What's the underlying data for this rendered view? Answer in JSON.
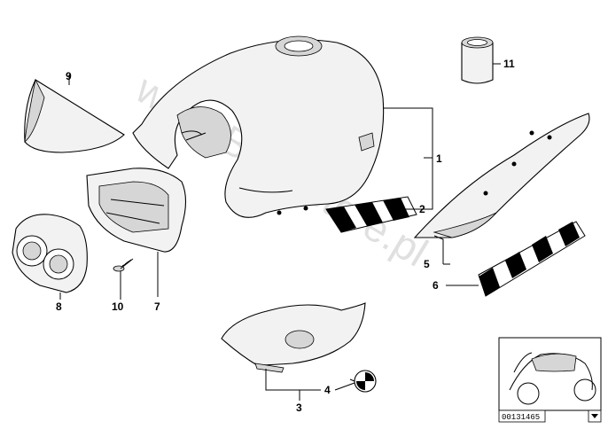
{
  "diagram": {
    "watermark": "www.BMWstore.pl",
    "image_code": "00131465",
    "callouts": [
      "1",
      "2",
      "3",
      "4",
      "5",
      "6",
      "7",
      "8",
      "9",
      "10",
      "11"
    ]
  }
}
